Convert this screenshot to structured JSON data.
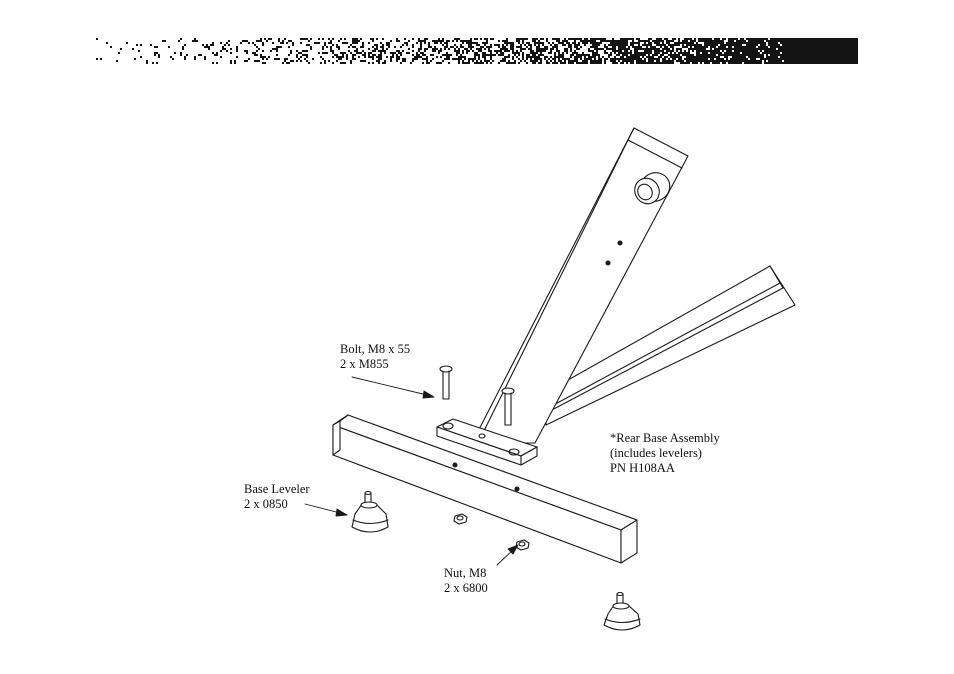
{
  "callouts": {
    "bolt": {
      "name": "Bolt, M8 x 55",
      "qty": "2 x M855"
    },
    "rear_base": {
      "name": "*Rear Base Assembly",
      "note": "(includes levelers)",
      "pn": "PN H108AA"
    },
    "base_leveler": {
      "name": "Base Leveler",
      "qty": "2 x 0850"
    },
    "nut": {
      "name": "Nut, M8",
      "qty": "2 x 6800"
    }
  },
  "colors": {
    "ink": "#1a1a1a",
    "banner": "#141414",
    "paper": "#ffffff"
  }
}
